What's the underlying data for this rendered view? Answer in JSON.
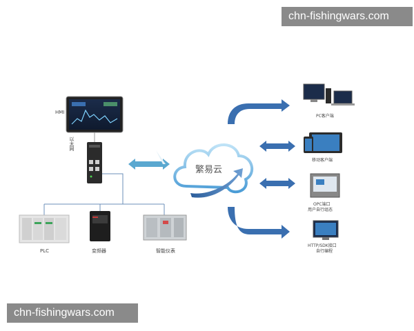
{
  "watermark": {
    "text": "chn-fishingwars.com"
  },
  "cloud": {
    "label": "繁易云"
  },
  "hmi": {
    "label": "HMI"
  },
  "gateway": {
    "label": "以太网"
  },
  "devices": [
    {
      "label": "PLC"
    },
    {
      "label": "变频器"
    },
    {
      "label": "智能仪表"
    }
  ],
  "clients": [
    {
      "label": "PC客户端"
    },
    {
      "label": "移动客户端"
    },
    {
      "label_line1": "OPC端口",
      "label_line2": "用户自行组态"
    },
    {
      "label_line1": "HTTP/SDK接口",
      "label_line2": "自行编程"
    }
  ],
  "colors": {
    "arrow": "#3a6fb0",
    "cloud": "#6fb6e8",
    "link": "#5aa8d0",
    "line": "#6b8fb8"
  }
}
